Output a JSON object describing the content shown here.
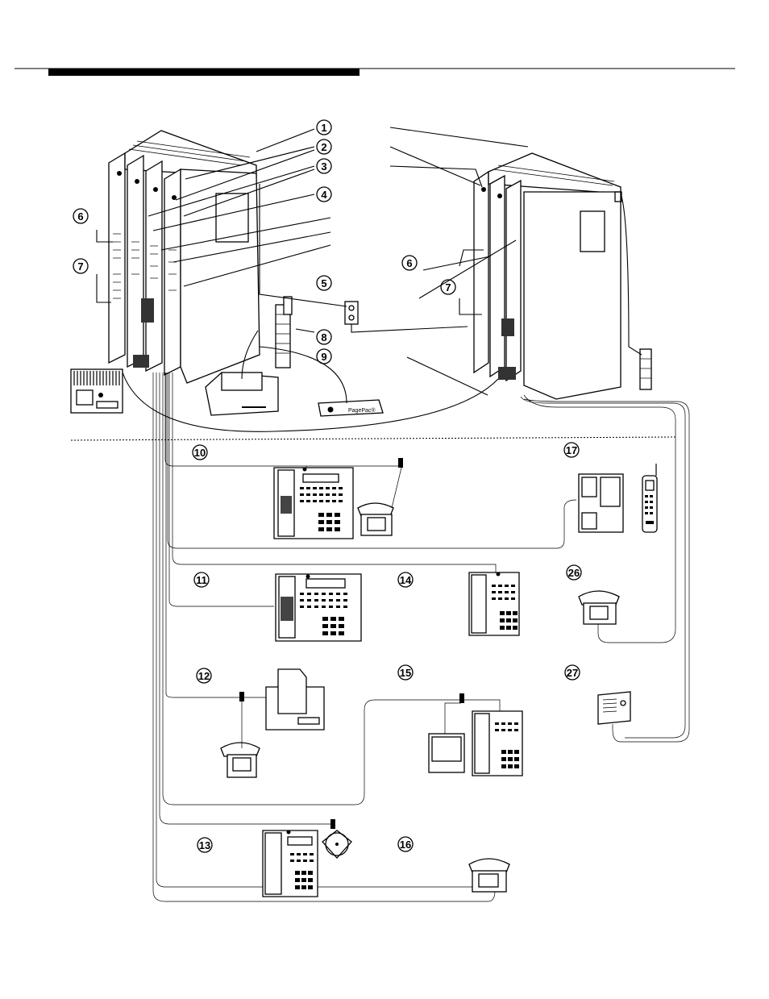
{
  "callouts": {
    "c1": "1",
    "c2": "2",
    "c3": "3",
    "c4": "4",
    "c5": "5",
    "c6": "6",
    "c7": "7",
    "c8": "8",
    "c9": "9",
    "c10": "10",
    "c11": "11",
    "c12": "12",
    "c13": "13",
    "c14": "14",
    "c15": "15",
    "c16": "16",
    "c17": "17",
    "c26": "26",
    "c27": "27"
  },
  "device_labels": {
    "pagepac": "PagePac®"
  }
}
